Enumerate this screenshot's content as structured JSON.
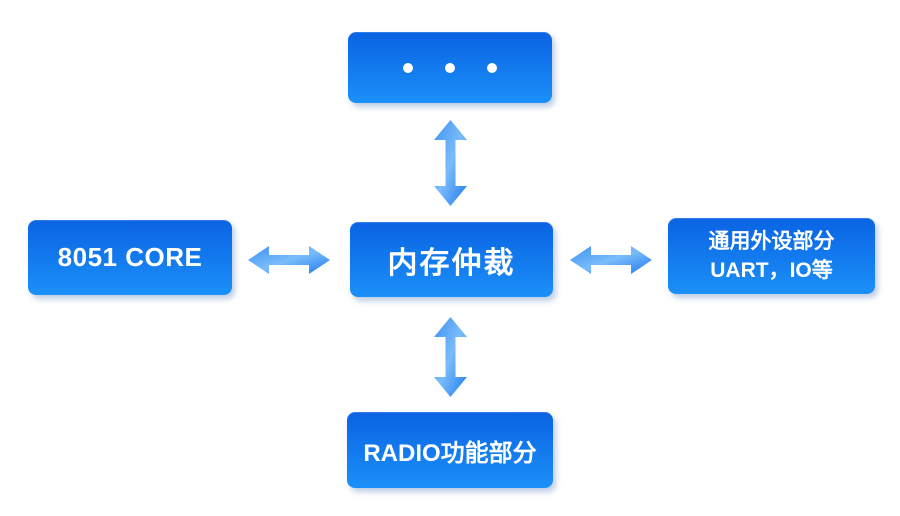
{
  "diagram": {
    "title": "8051 SoC memory-arbitration block diagram",
    "nodes": {
      "top": {
        "icon": "ellipsis-dots",
        "dots": 3
      },
      "left": {
        "label": "8051 CORE"
      },
      "center": {
        "label": "内存仲裁"
      },
      "right": {
        "lines": [
          "通用外设部分",
          "UART，IO等"
        ]
      },
      "bottom": {
        "label": "RADIO功能部分"
      }
    },
    "connections": [
      {
        "from": "center",
        "to": "top",
        "type": "bidirectional"
      },
      {
        "from": "center",
        "to": "bottom",
        "type": "bidirectional"
      },
      {
        "from": "center",
        "to": "left",
        "type": "bidirectional"
      },
      {
        "from": "center",
        "to": "right",
        "type": "bidirectional"
      }
    ]
  },
  "colors": {
    "background": "#ffffff",
    "box-top": "#0a63e3",
    "box-bottom": "#1b90f8",
    "box-text": "#ffffff",
    "arrow-start": "#3d90f3",
    "arrow-mid": "#7abcfa",
    "arrow-end": "#1e79ee"
  }
}
